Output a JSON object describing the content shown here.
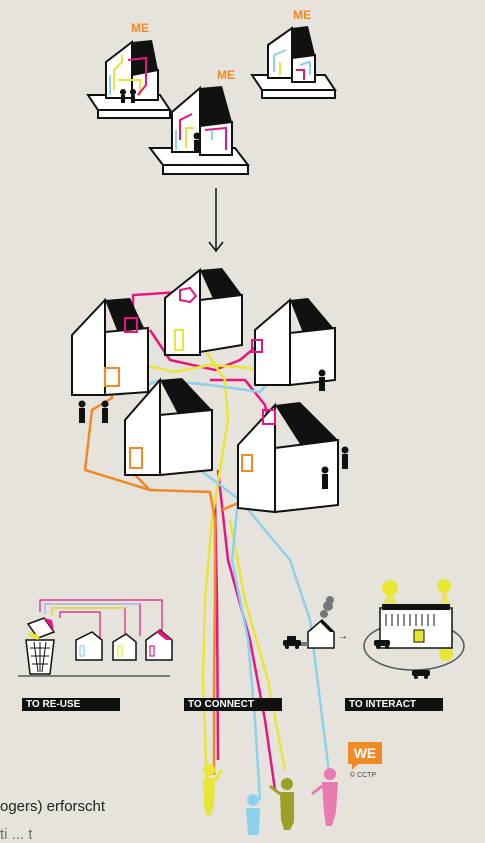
{
  "me_labels": [
    "ME",
    "ME",
    "ME"
  ],
  "sections": {
    "reuse_label": "TO RE-USE",
    "connect_label": "TO CONNECT",
    "interact_label": "TO INTERACT"
  },
  "badge": {
    "we_label": "WE",
    "copyright": "© CCTP"
  },
  "caption": {
    "line1": "ogers) erforscht",
    "line2": "ti ... t"
  },
  "colors": {
    "background": "#e6e3dc",
    "magenta": "#e5177e",
    "yellow": "#e8e635",
    "cyan": "#8fd0ec",
    "orange": "#f08a24",
    "roof": "#111111"
  },
  "icons": [
    "house-icon",
    "person-icon",
    "down-arrow-icon",
    "recycle-bin-icon",
    "car-icon",
    "sun-icon",
    "factory-icon"
  ]
}
